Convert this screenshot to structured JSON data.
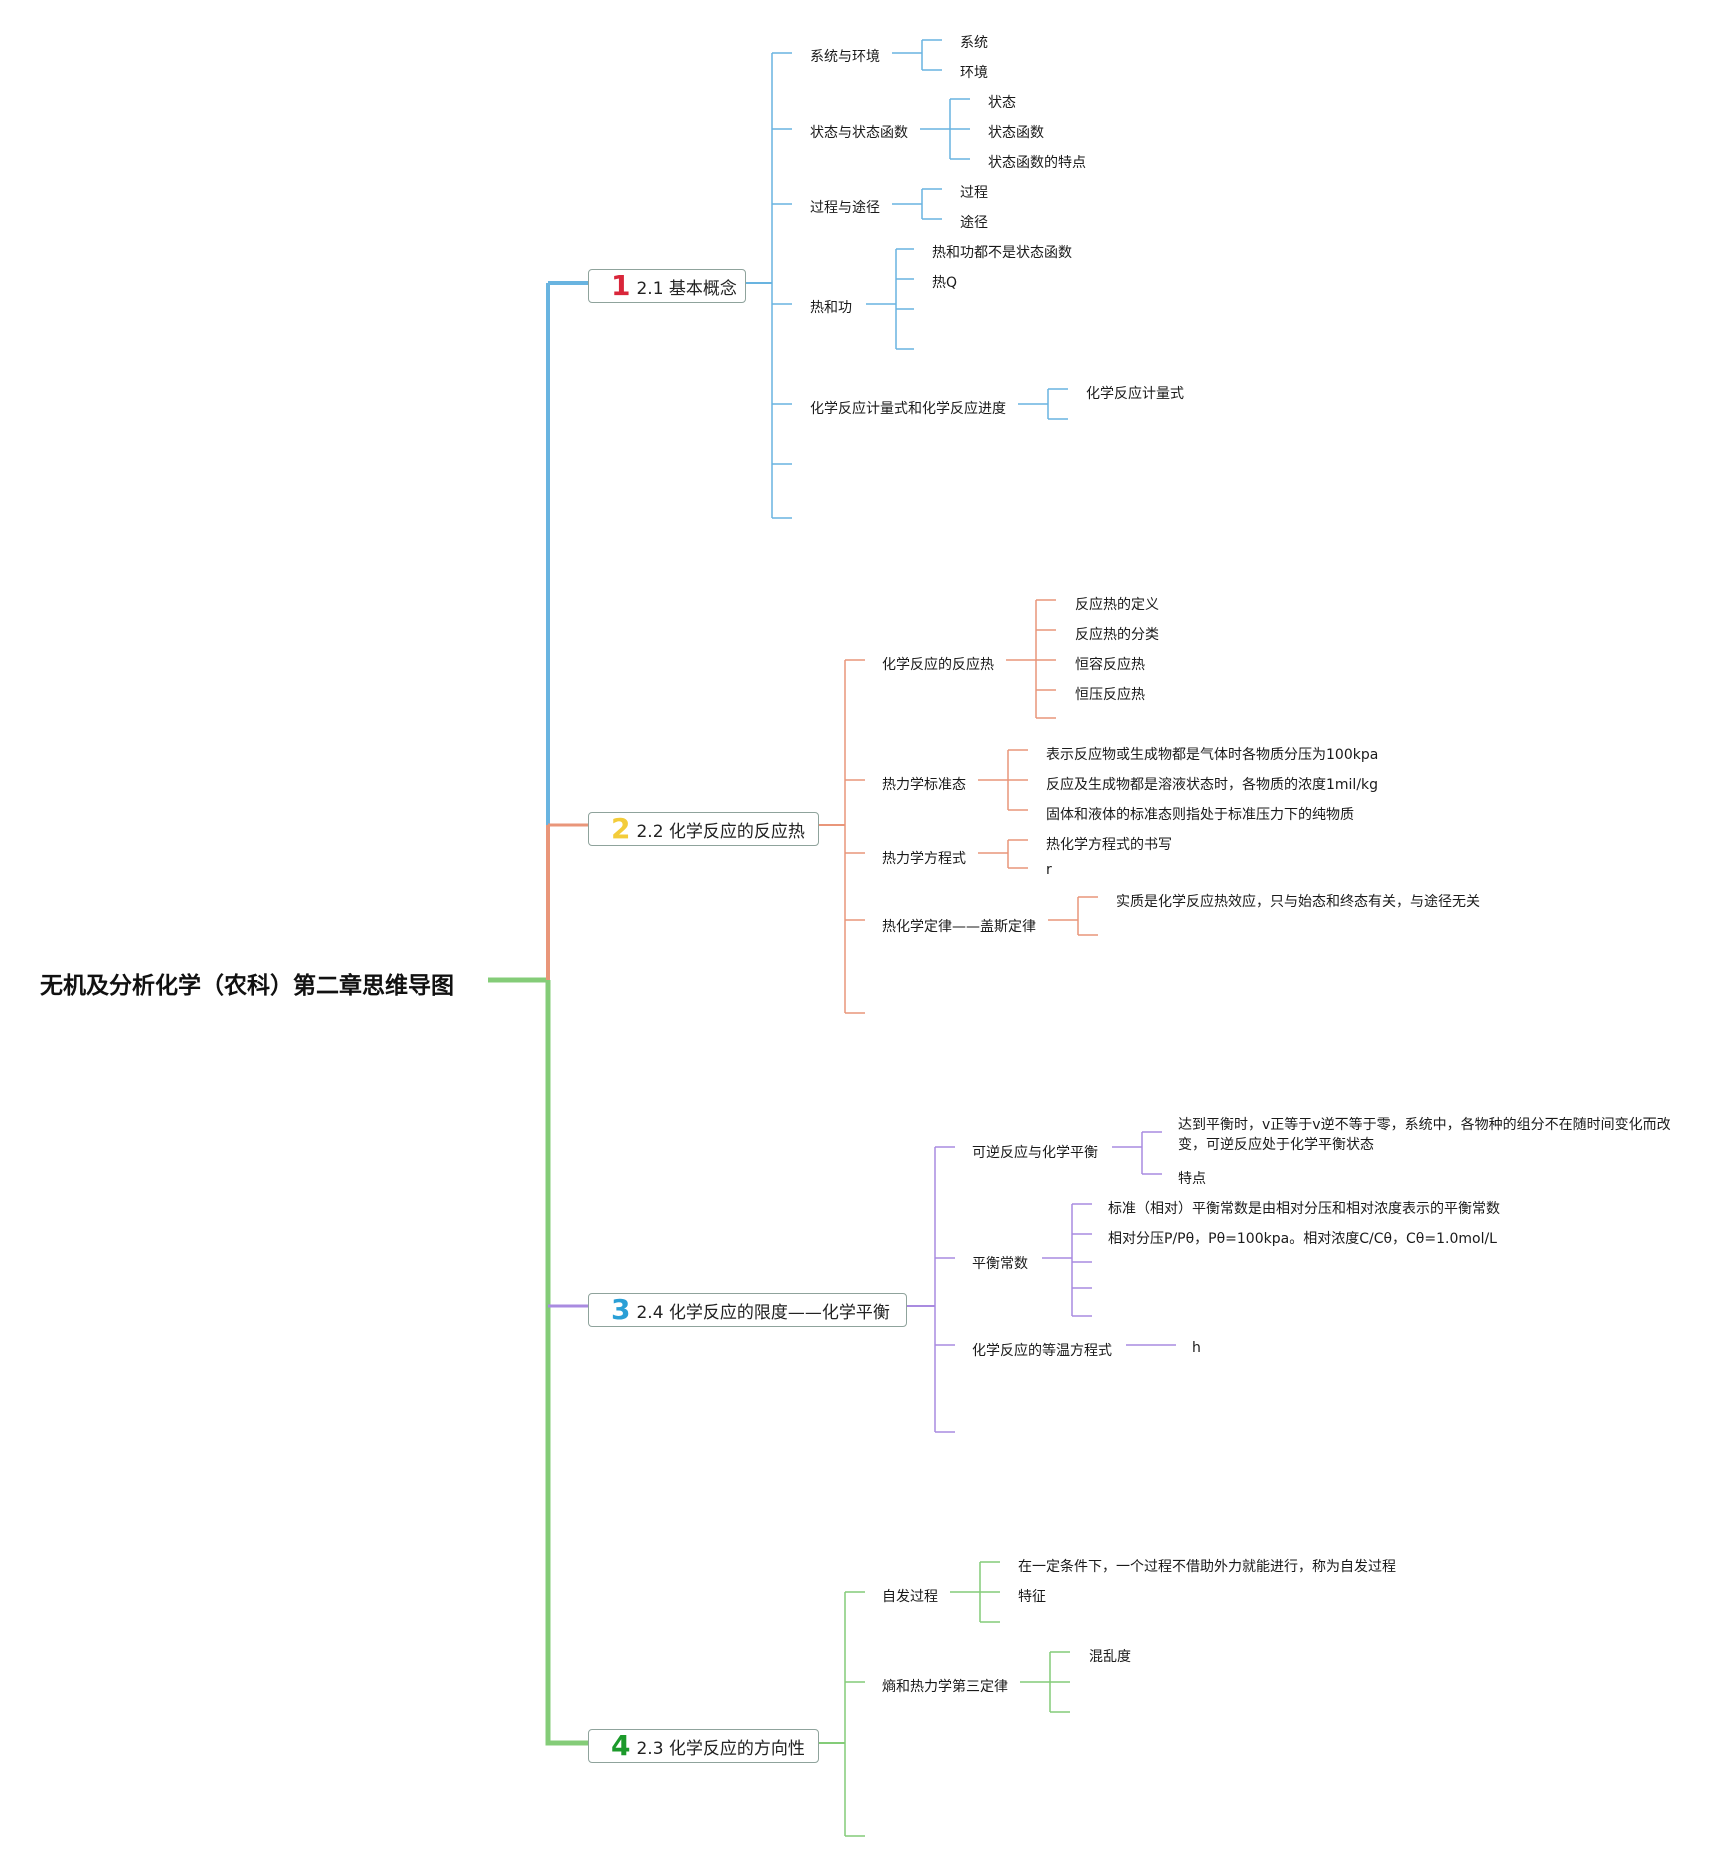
{
  "root": {
    "title": "无机及分析化学（农科）第二章思维导图"
  },
  "colors": {
    "b1": "#69b4e0",
    "b2": "#e9967a",
    "b3": "#a98be0",
    "b4": "#84cc78",
    "n1": "#d9263a",
    "n2": "#f3cc3a",
    "n3": "#2a9fd6",
    "n4": "#1c9a2b"
  },
  "topics": [
    {
      "num": "1",
      "label": "2.1 基本概念"
    },
    {
      "num": "2",
      "label": "2.2 化学反应的反应热"
    },
    {
      "num": "3",
      "label": "2.4 化学反应的限度——化学平衡"
    },
    {
      "num": "4",
      "label": "2.3 化学反应的方向性"
    }
  ],
  "b1": {
    "sub": [
      "系统与环境",
      "状态与状态函数",
      "过程与途径",
      "热和功",
      "化学反应计量式和化学反应进度"
    ],
    "l3": [
      [
        "系统",
        "环境"
      ],
      [
        "状态",
        "状态函数",
        "状态函数的特点"
      ],
      [
        "过程",
        "途径"
      ],
      [
        "热和功都不是状态函数",
        "热Q"
      ],
      [
        "化学反应计量式"
      ]
    ]
  },
  "b2": {
    "sub": [
      "化学反应的反应热",
      "热力学标准态",
      "热力学方程式",
      "热化学定律——盖斯定律"
    ],
    "l3": [
      [
        "反应热的定义",
        "反应热的分类",
        "恒容反应热",
        "恒压反应热"
      ],
      [
        "表示反应物或生成物都是气体时各物质分压为100kpa",
        "反应及生成物都是溶液状态时，各物质的浓度1mil/kg",
        "固体和液体的标准态则指处于标准压力下的纯物质"
      ],
      [
        "热化学方程式的书写",
        "r"
      ],
      [
        "实质是化学反应热效应，只与始态和终态有关，与途径无关"
      ]
    ]
  },
  "b3": {
    "sub": [
      "可逆反应与化学平衡",
      "平衡常数",
      "化学反应的等温方程式"
    ],
    "l3": [
      [
        "达到平衡时，v正等于v逆不等于零，系统中，各物种的组分不在随时间变化而改变，可逆反应处于化学平衡状态",
        "特点"
      ],
      [
        "标准（相对）平衡常数是由相对分压和相对浓度表示的平衡常数",
        "相对分压P/Pθ，Pθ=100kpa。相对浓度C/Cθ，Cθ=1.0mol/L"
      ],
      [
        "h"
      ]
    ]
  },
  "b4": {
    "sub": [
      "自发过程",
      "熵和热力学第三定律"
    ],
    "l3": [
      [
        "在一定条件下，一个过程不借助外力就能进行，称为自发过程",
        "特征"
      ],
      [
        "混乱度"
      ]
    ]
  }
}
